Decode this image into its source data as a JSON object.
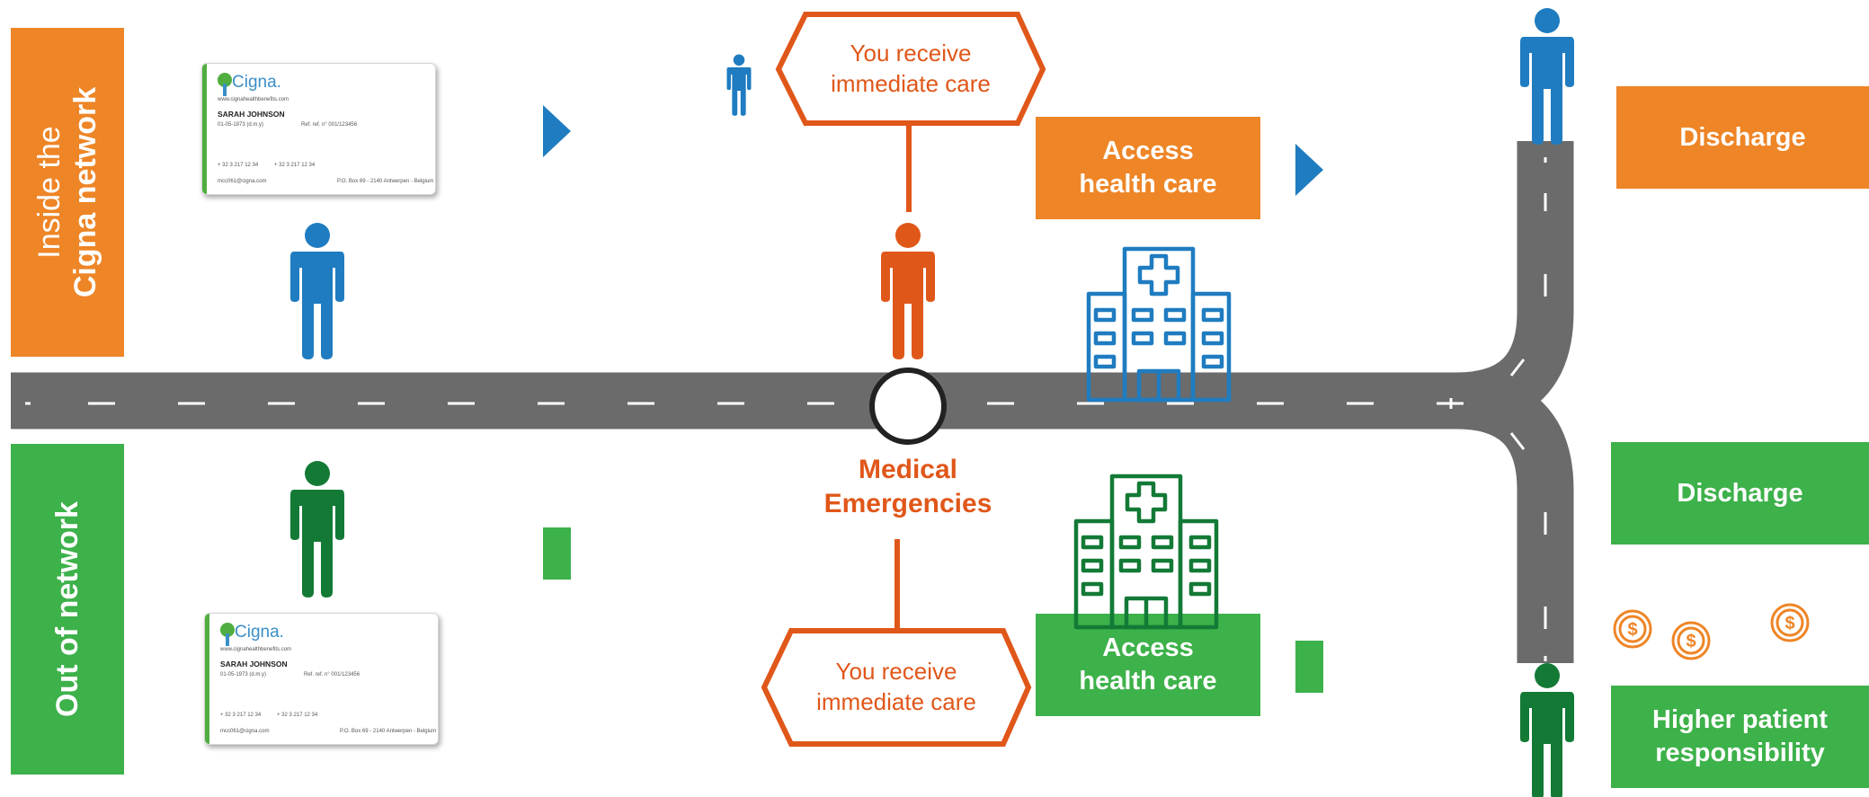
{
  "lanes": {
    "inside": {
      "line1": "Inside the",
      "line2": "Cigna network",
      "color": "#ee8526"
    },
    "out": {
      "label": "Out of network",
      "color": "#3db14a"
    }
  },
  "card": {
    "brand": "Cigna.",
    "website": "www.cignahealthbenefits.com",
    "holder": "SARAH JOHNSON",
    "dob": "01-05-1973 (d.m.y)",
    "ref": "Ref. ref. n° 001/123456",
    "phone1": "+ 32 3 217 12 34",
    "phone2": "+ 32 3 217 12 34",
    "email": "mcc061@cigna.com",
    "address": "P.O. Box 69 - 2140 Antwerpen - Belgium"
  },
  "center": {
    "line1": "Medical",
    "line2": "Emergencies"
  },
  "top_flow": {
    "care_line1": "You receive",
    "care_line2": "immediate care",
    "access_line1": "Access",
    "access_line2": "health care",
    "discharge": "Discharge"
  },
  "bottom_flow": {
    "care_line1": "You receive",
    "care_line2": "immediate care",
    "access_line1": "Access",
    "access_line2": "health care",
    "discharge": "Discharge",
    "responsibility_line1": "Higher patient",
    "responsibility_line2": "responsibility"
  },
  "icons": [
    "person-icon",
    "hospital-icon",
    "arrow-icon",
    "dollar-coin-icon",
    "cigna-card-icon"
  ],
  "colors": {
    "orange": "#ee8526",
    "dark_orange": "#e0571a",
    "blue": "#1f7cc0",
    "green": "#3db14a",
    "dark_green": "#137a36",
    "road": "#6b6b6b"
  }
}
